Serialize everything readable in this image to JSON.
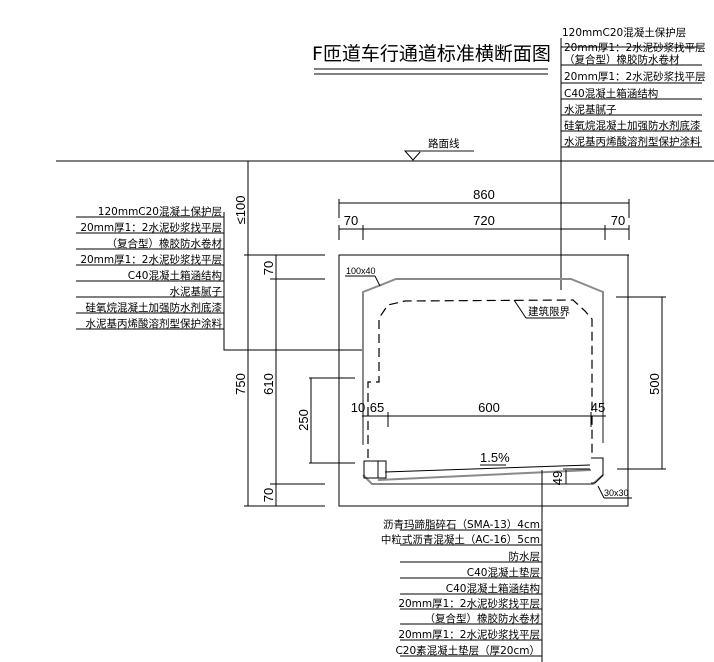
{
  "title": "F匝道车行通道标准横断面图",
  "road_surface_label": "路面线",
  "clearance_label": "建筑限界",
  "chamfer_top_label": "100x40",
  "chamfer_bottom_label": "30x30",
  "slope_label": "1.5%",
  "dimensions": {
    "overall_width": "860",
    "inner_width": "720",
    "wall_left": "70",
    "wall_right": "70",
    "cover_depth": "≤100",
    "overall_height": "750",
    "inner_height": "610",
    "top_slab": "70",
    "bottom_slab": "70",
    "side_height": "250",
    "lane_width": "600",
    "left_gap_10": "10",
    "left_gap_65": "65",
    "right_gap": "45",
    "clearance_height": "500",
    "pavement_thickness": "49"
  },
  "top_layer_legend": [
    "120mmC20混凝土保护层",
    "20mm厚1：2水泥砂浆找平层",
    "（复合型）橡胶防水卷材",
    "20mm厚1：2水泥砂浆找平层",
    "C40混凝土箱涵结构",
    "水泥基腻子",
    "硅氧烷混凝土加强防水剂底漆",
    "水泥基丙烯酸溶剂型保护涂料"
  ],
  "side_wall_legend": [
    "120mmC20混凝土保护层",
    "20mm厚1：2水泥砂浆找平层",
    "（复合型）橡胶防水卷材",
    "20mm厚1：2水泥砂浆找平层",
    "C40混凝土箱涵结构",
    "水泥基腻子",
    "硅氧烷混凝土加强防水剂底漆",
    "水泥基丙烯酸溶剂型保护涂料"
  ],
  "bottom_layer_legend": [
    "沥青玛蹄脂碎石（SMA-13）4cm",
    "中粒式沥青混凝土（AC-16）5cm",
    "防水层",
    "C40混凝土垫层",
    "C40混凝土箱涵结构",
    "20mm厚1：2水泥砂浆找平层",
    "（复合型）橡胶防水卷材",
    "20mm厚1：2水泥砂浆找平层",
    "C20素混凝土垫层（厚20cm）"
  ]
}
